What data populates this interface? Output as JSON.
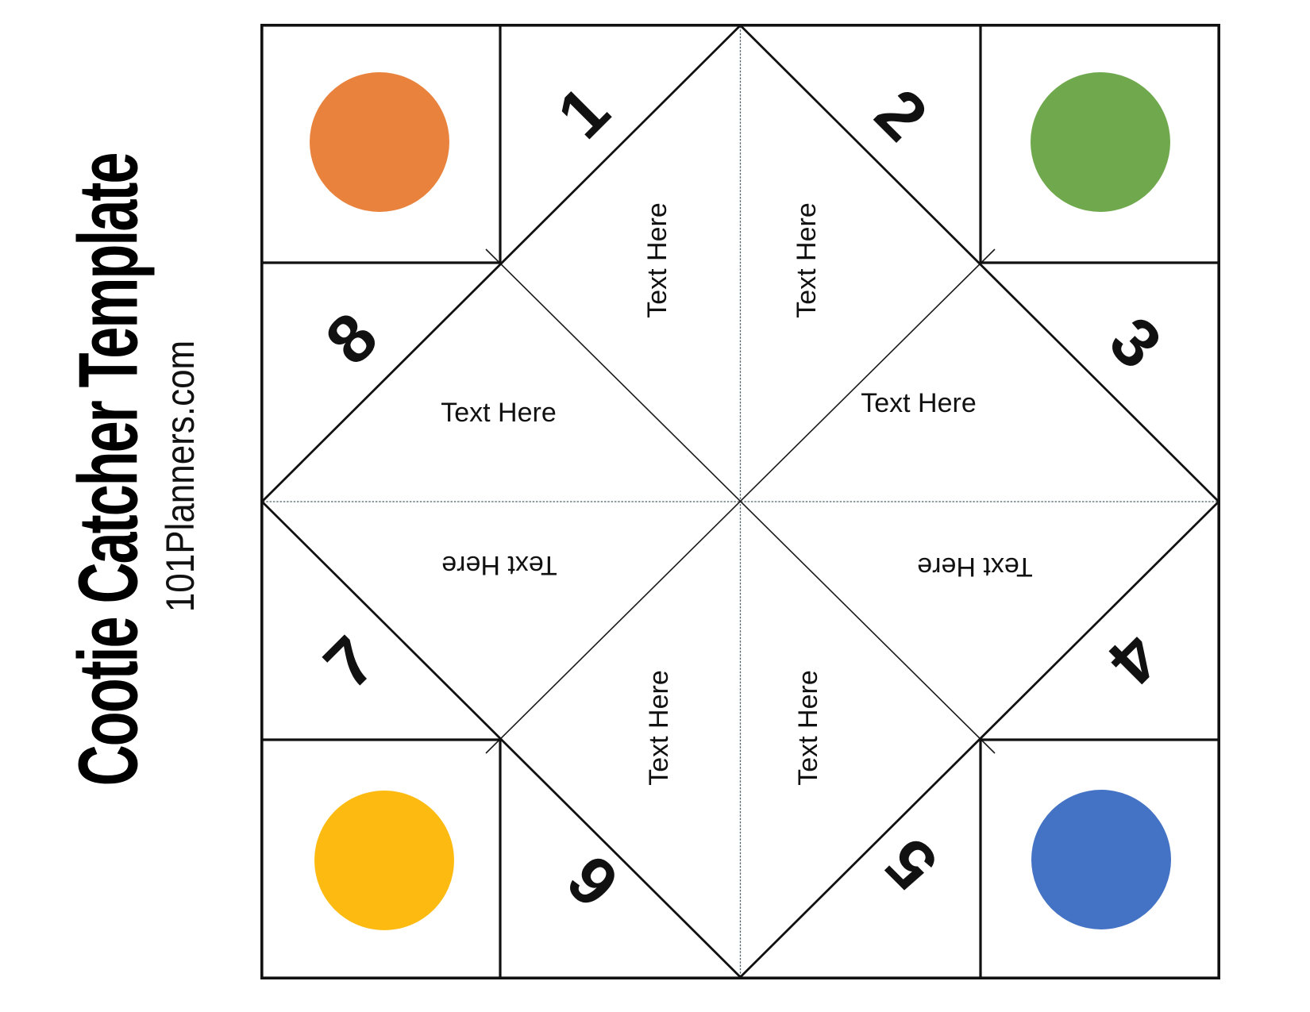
{
  "title": "Cootie Catcher Template",
  "website": "101Planners.com",
  "colors": {
    "top_left_circle": "#E8823C",
    "top_right_circle": "#70A94D",
    "bottom_left_circle": "#FDBB11",
    "bottom_right_circle": "#4472C4",
    "line": "#1a1a1a"
  },
  "numbers": [
    {
      "label": "1"
    },
    {
      "label": "2"
    },
    {
      "label": "3"
    },
    {
      "label": "4"
    },
    {
      "label": "5"
    },
    {
      "label": "6"
    },
    {
      "label": "7"
    },
    {
      "label": "8"
    }
  ],
  "text_slots": [
    {
      "text": "Text Here"
    },
    {
      "text": "Text Here"
    },
    {
      "text": "Text Here"
    },
    {
      "text": "Text Here"
    },
    {
      "text": "Text Here"
    },
    {
      "text": "Text Here"
    },
    {
      "text": "Text Here"
    },
    {
      "text": "Text Here"
    }
  ]
}
